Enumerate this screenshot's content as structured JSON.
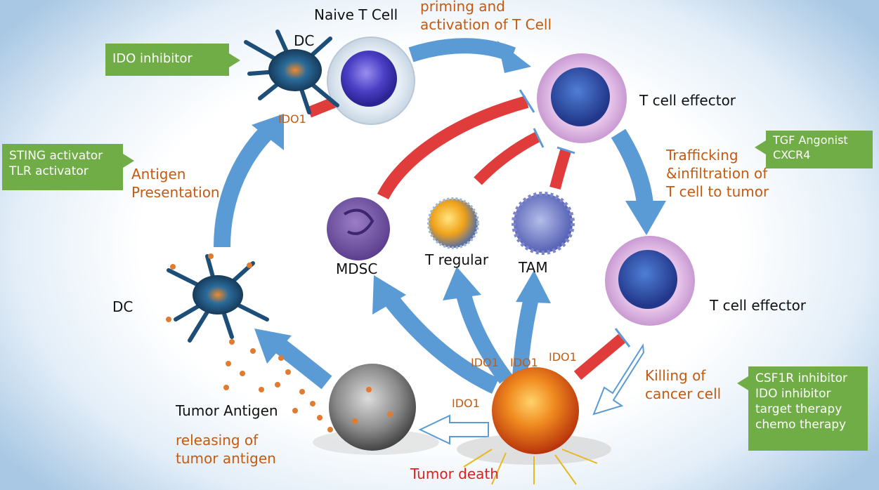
{
  "cells": {
    "naive_t_cell": "Naive T Cell",
    "dc_top": "DC",
    "dc_left": "DC",
    "t_cell_effector_1": "T cell effector",
    "t_cell_effector_2": "T cell effector",
    "mdsc": "MDSC",
    "t_regular": "T regular",
    "tam": "TAM",
    "tumor_antigen": "Tumor Antigen"
  },
  "processes": {
    "priming": "priming and\nactivation of T Cell",
    "trafficking": "Trafficking\n&infiltration of\nT cell to tumor",
    "antigen_presentation": "Antigen\nPresentation",
    "killing": "Killing of\ncancer cell",
    "releasing": "releasing of\ntumor antigen",
    "tumor_death": "Tumor death"
  },
  "ido_labels": {
    "top": "IDO1",
    "tumor_left": "IDO1",
    "tumor_a": "IDO1",
    "tumor_b": "IDO1",
    "tumor_right": "IDO1"
  },
  "callouts": {
    "ido_inhibitor": "IDO inhibitor",
    "sting_tlr": "STING activator\nTLR activator",
    "tgf_cxcr4": "TGF Angonist\nCXCR4",
    "therapies": "CSF1R inhibitor\nIDO inhibitor\ntarget therapy\nchemo therapy"
  },
  "colors": {
    "arrow_blue": "#5b9bd5",
    "inhibit_red": "#e03c3c",
    "callout_green": "#70ad47",
    "process_orange": "#c55a11",
    "death_red": "#e02020"
  }
}
